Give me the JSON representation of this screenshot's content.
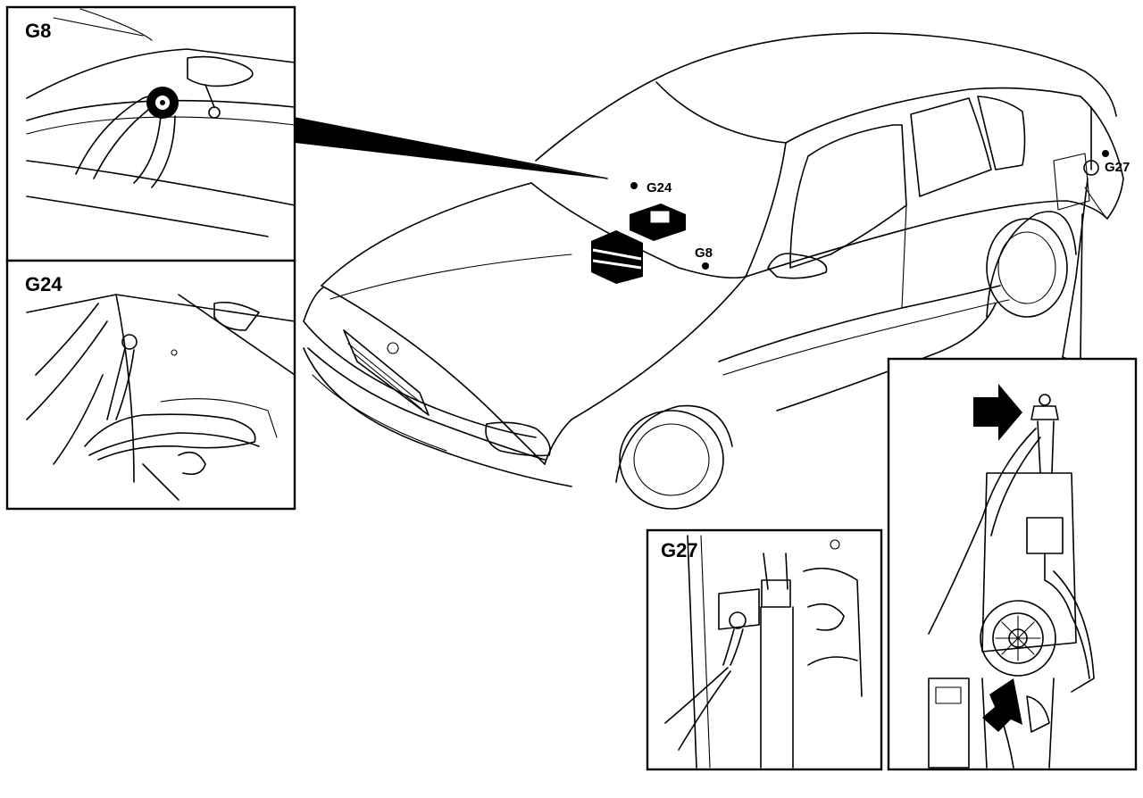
{
  "labels": {
    "g8_panel": "G8",
    "g24_panel": "G24",
    "g27_panel": "G27",
    "g24_car": "G24",
    "g8_car": "G8",
    "g27_car": "G27"
  },
  "colors": {
    "line": "#000000",
    "background": "#ffffff"
  }
}
